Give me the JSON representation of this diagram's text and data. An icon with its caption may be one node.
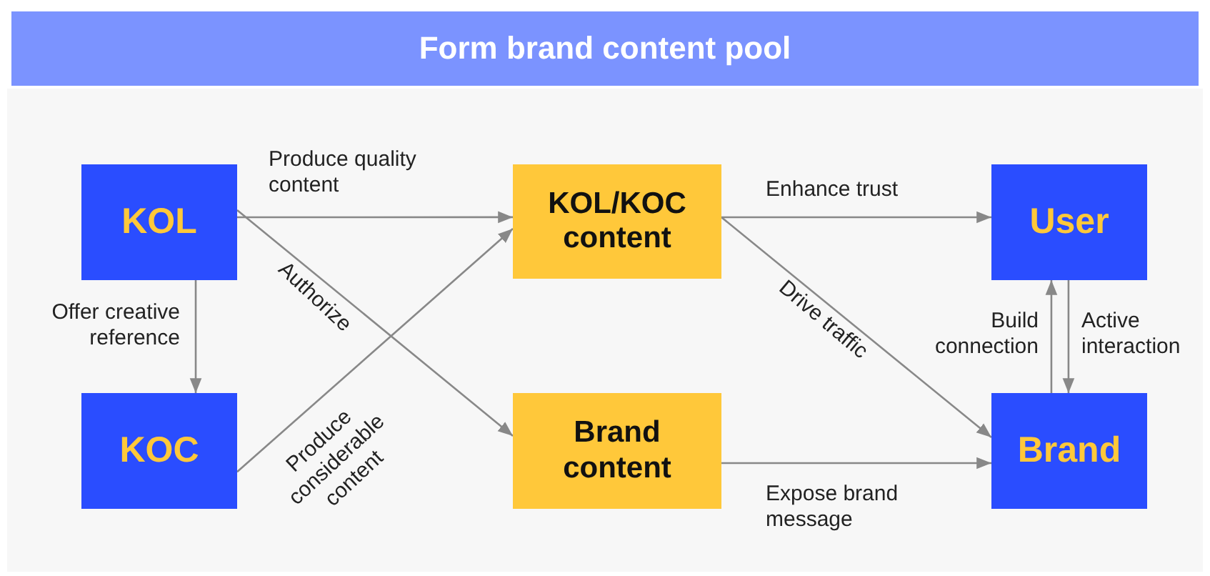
{
  "diagram": {
    "title": "Form brand content pool",
    "nodes": [
      {
        "text": [
          "KOL"
        ]
      },
      {
        "text": [
          "KOC"
        ]
      },
      {
        "text": [
          "KOL/KOC content"
        ]
      },
      {
        "text": [
          "Brand content"
        ]
      },
      {
        "text": [
          "User"
        ]
      },
      {
        "text": [
          "Brand"
        ]
      }
    ],
    "edges": [
      {
        "from": 0,
        "to": 2,
        "arrow": "to",
        "label": "Produce quality content"
      },
      {
        "from": 0,
        "to": 3,
        "arrow": "to",
        "label": "Authorize"
      },
      {
        "from": 1,
        "to": 2,
        "arrow": "to",
        "label": "Produce considerable content"
      },
      {
        "from": 0,
        "to": 1,
        "arrow": "to",
        "label": "Offer creative reference"
      },
      {
        "from": 2,
        "to": 4,
        "arrow": "to",
        "label": "Enhance trust"
      },
      {
        "from": 2,
        "to": 5,
        "arrow": "to",
        "label": "Drive traffic"
      },
      {
        "from": 3,
        "to": 5,
        "arrow": "to",
        "label": "Expose brand message"
      },
      {
        "from": 5,
        "to": 4,
        "arrow": "to",
        "label": "Build connection"
      },
      {
        "from": 4,
        "to": 5,
        "arrow": "to",
        "label": "Active interaction"
      }
    ]
  }
}
